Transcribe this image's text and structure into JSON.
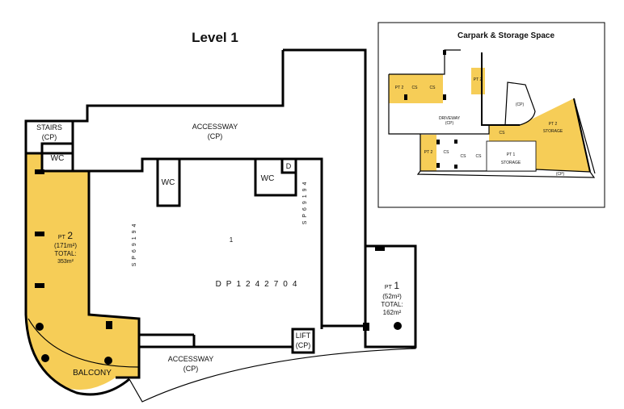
{
  "title": "Level 1",
  "colors": {
    "lot_fill": "#f6cd57",
    "walls": "#000000",
    "background": "#ffffff"
  },
  "main_plan": {
    "accessway_top": [
      "ACCESSWAY",
      "(CP)"
    ],
    "stairs": [
      "STAIRS",
      "(CP)"
    ],
    "wc_left": "WC",
    "wc_inner_left": "WC",
    "wc_inner_right": "WC",
    "door": "D",
    "lift": [
      "LIFT",
      "(CP)"
    ],
    "accessway_bottom": [
      "ACCESSWAY",
      "(CP)"
    ],
    "balcony": "BALCONY",
    "plan_ref": "DP1242704",
    "strata_ref": "SP69194",
    "lot_mark": "1",
    "pt2": {
      "pt": "PT",
      "num": "2",
      "area": "(171m²)",
      "total_label": "TOTAL:",
      "total": "353m²"
    },
    "pt1": {
      "pt": "PT",
      "num": "1",
      "area": "(52m²)",
      "total_label": "TOTAL:",
      "total": "162m²"
    }
  },
  "inset": {
    "title": "Carpark & Storage Space",
    "driveway": [
      "DRIVEWAY",
      "(CP)"
    ],
    "cp": "(CP)",
    "cs": "CS",
    "pt2_label": "PT 2",
    "pt1_label": "PT 1",
    "storage": "STORAGE",
    "pt2_storage": "STORAGE"
  }
}
